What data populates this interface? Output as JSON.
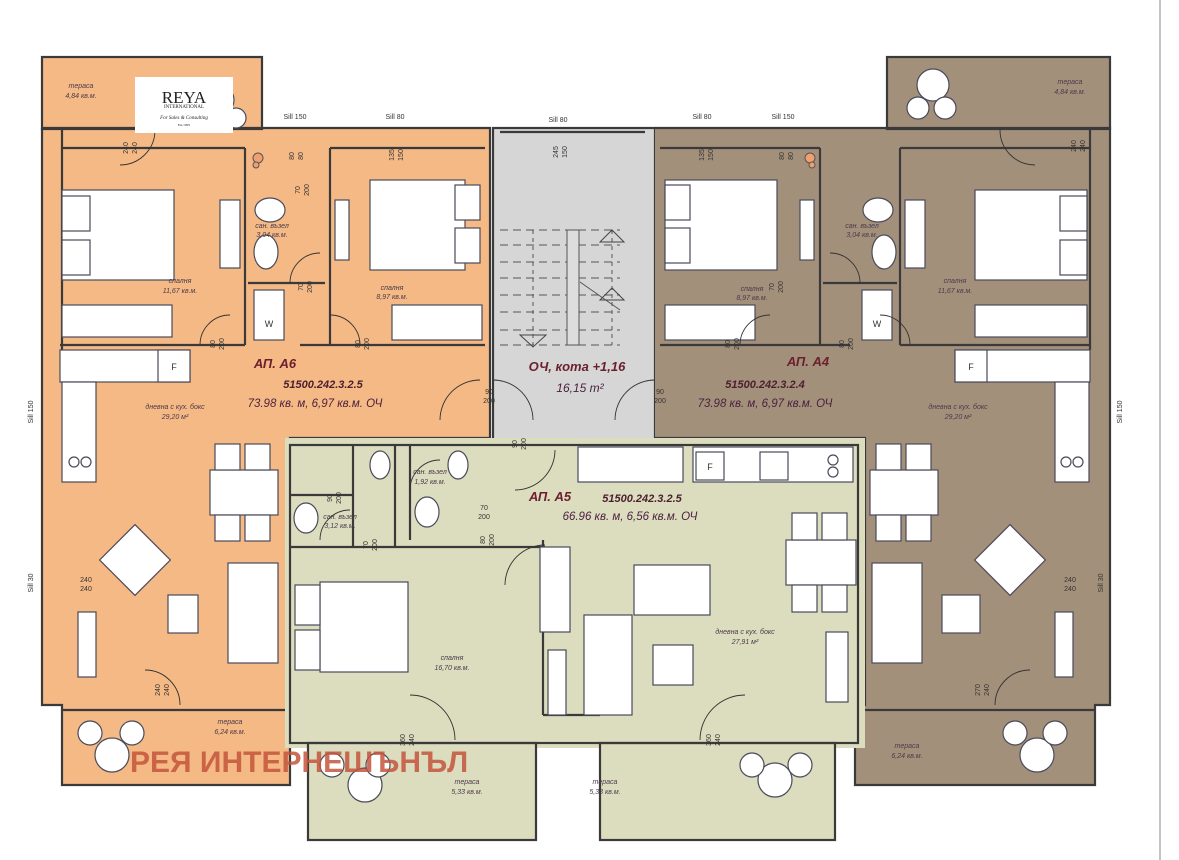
{
  "logo": {
    "name": "REYA",
    "sub": "INTERNATIONAL",
    "tagline": "For Sales & Consulting",
    "est": "Est.1995"
  },
  "watermark": "РЕЯ ИНТЕРНЕШЪНЪЛ",
  "colors": {
    "apt_a6": "#f4b985",
    "apt_a4": "#a3907b",
    "apt_a5": "#dcdcbe",
    "stairwell": "#d6d6d6",
    "watermark": "#c4553d",
    "label": "#6b1f2e"
  },
  "sills": {
    "s150": "Sill 150",
    "s80": "Sill 80",
    "s30": "Sill 30"
  },
  "stairwell": {
    "title": "ОЧ, кота  +1,16",
    "area": "16,15 m²"
  },
  "a6": {
    "title": "АП. А6",
    "code": "51500.242.3.2.5",
    "area": "73.98 кв. м,  6,97 кв.м. ОЧ",
    "terrace_top": {
      "name": "тераса",
      "area": "4,84 кв.м."
    },
    "bedroom1": {
      "name": "спалня",
      "area": "11,67 кв.м."
    },
    "bath": {
      "name": "сан. възел",
      "area": "3,04 кв.м."
    },
    "bedroom2": {
      "name": "спалня",
      "area": "8,97 кв.м."
    },
    "living": {
      "name": "дневна с кух. бокс",
      "area": "29,20 м²"
    },
    "terrace_bottom": {
      "name": "тераса",
      "area": "6,24 кв.м."
    }
  },
  "a4": {
    "title": "АП. А4",
    "code": "51500.242.3.2.4",
    "area": "73.98 кв. м,  6,97 кв.м. ОЧ",
    "terrace_top": {
      "name": "тераса",
      "area": "4,84 кв.м."
    },
    "bedroom1": {
      "name": "спалня",
      "area": "11,67 кв.м."
    },
    "bath": {
      "name": "сан. възел",
      "area": "3,04 кв.м."
    },
    "bedroom2": {
      "name": "спалня",
      "area": "8,97 кв.м."
    },
    "living": {
      "name": "дневна с кух. бокс",
      "area": "29,20 м²"
    },
    "terrace_bottom": {
      "name": "тераса",
      "area": "6,24 кв.м."
    }
  },
  "a5": {
    "title": "АП. А5",
    "code": "51500.242.3.2.5",
    "area": "66.96 кв. м, 6,56 кв.м. ОЧ",
    "bath1": {
      "name": "сан. възел",
      "area": "1,92 кв.м."
    },
    "bath2": {
      "name": "сан. възел",
      "area": "3,12 кв.м."
    },
    "bedroom": {
      "name": "спалня",
      "area": "16,70 кв.м."
    },
    "living": {
      "name": "дневна с кух. бокс",
      "area": "27,91 м²"
    },
    "terrace1": {
      "name": "тераса",
      "area": "5,33 кв.м."
    },
    "terrace2": {
      "name": "тераса",
      "area": "5,33 кв.м."
    }
  },
  "fridge": "F",
  "washer": "W",
  "dims": [
    {
      "a": "240",
      "b": "240"
    },
    {
      "a": "80",
      "b": "80"
    },
    {
      "a": "70",
      "b": "200"
    },
    {
      "a": "135",
      "b": "150"
    },
    {
      "a": "70",
      "b": "200"
    },
    {
      "a": "80",
      "b": "200"
    },
    {
      "a": "80",
      "b": "200"
    },
    {
      "a": "90",
      "b": "200"
    },
    {
      "a": "240",
      "b": "240"
    },
    {
      "a": "240",
      "b": "240"
    },
    {
      "a": "245",
      "b": "150"
    },
    {
      "a": "90",
      "b": "200"
    },
    {
      "a": "135",
      "b": "150"
    },
    {
      "a": "80",
      "b": "80"
    },
    {
      "a": "70",
      "b": "200"
    },
    {
      "a": "80",
      "b": "200"
    },
    {
      "a": "80",
      "b": "200"
    },
    {
      "a": "90",
      "b": "200"
    },
    {
      "a": "240",
      "b": "240"
    },
    {
      "a": "240",
      "b": "240"
    },
    {
      "a": "270",
      "b": "240"
    },
    {
      "a": "90",
      "b": "200"
    },
    {
      "a": "70",
      "b": "200"
    },
    {
      "a": "70",
      "b": "200"
    },
    {
      "a": "80",
      "b": "200"
    },
    {
      "a": "360",
      "b": "240"
    },
    {
      "a": "360",
      "b": "240"
    }
  ]
}
